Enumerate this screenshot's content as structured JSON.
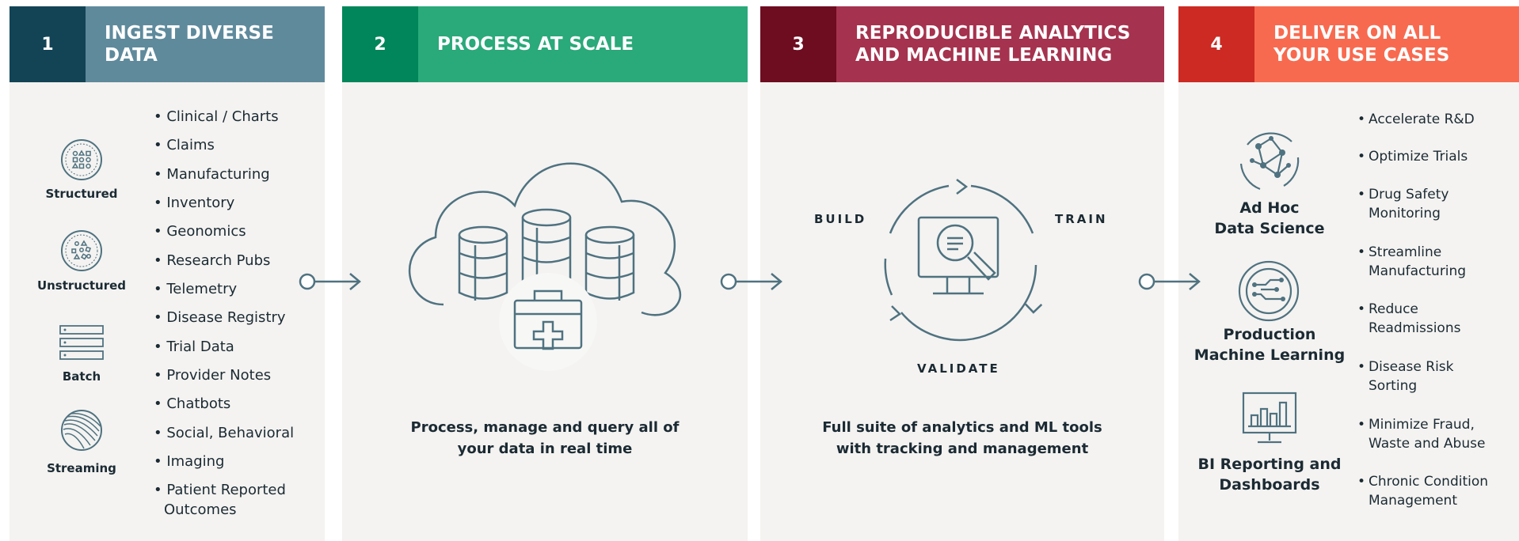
{
  "steps": [
    {
      "number": "1",
      "title_line1": "INGEST DIVERSE",
      "title_line2": "DATA"
    },
    {
      "number": "2",
      "title_line1": "PROCESS AT SCALE",
      "title_line2": ""
    },
    {
      "number": "3",
      "title_line1": "REPRODUCIBLE ANALYTICS",
      "title_line2": "AND MACHINE LEARNING"
    },
    {
      "number": "4",
      "title_line1": "DELIVER ON ALL",
      "title_line2": "YOUR USE CASES"
    }
  ],
  "colors": {
    "step1_num": "#134456",
    "step1_title": "#5f8a9c",
    "step2_num": "#00865a",
    "step2_title": "#2aa97a",
    "step3_num": "#6e0c20",
    "step3_title": "#a5324e",
    "step4_num": "#cc2a22",
    "step4_title": "#f86a4f",
    "icon": "#4f7280"
  },
  "sources": [
    {
      "label": "Structured",
      "icon": "structured-icon"
    },
    {
      "label": "Unstructured",
      "icon": "unstructured-icon"
    },
    {
      "label": "Batch",
      "icon": "batch-icon"
    },
    {
      "label": "Streaming",
      "icon": "streaming-icon"
    }
  ],
  "data_types": [
    "Clinical / Charts",
    "Claims",
    "Manufacturing",
    "Inventory",
    "Geonomics",
    "Research Pubs",
    "Telemetry",
    "Disease Registry",
    "Trial Data",
    "Provider Notes",
    "Chatbots",
    "Social, Behavioral",
    "Imaging",
    "Patient Reported",
    "Outcomes"
  ],
  "process_caption_line1": "Process, manage and query all of",
  "process_caption_line2": "your data in real time",
  "cycle": {
    "build": "BUILD",
    "train": "TRAIN",
    "validate": "VALIDATE"
  },
  "analytics_caption_line1": "Full suite of analytics and ML tools",
  "analytics_caption_line2": "with tracking and management",
  "use_case_groups": [
    {
      "line1": "Ad Hoc",
      "line2": "Data Science",
      "icon": "network-icon"
    },
    {
      "line1": "Production",
      "line2": "Machine Learning",
      "icon": "circuit-icon"
    },
    {
      "line1": "BI Reporting and",
      "line2": "Dashboards",
      "icon": "dashboard-icon"
    }
  ],
  "use_cases": [
    {
      "line1": "Accelerate R&D",
      "line2": ""
    },
    {
      "line1": "Optimize Trials",
      "line2": ""
    },
    {
      "line1": "Drug Safety",
      "line2": "Monitoring"
    },
    {
      "line1": "Streamline",
      "line2": "Manufacturing"
    },
    {
      "line1": "Reduce",
      "line2": "Readmissions"
    },
    {
      "line1": "Disease Risk",
      "line2": "Sorting"
    },
    {
      "line1": "Minimize Fraud,",
      "line2": "Waste and Abuse"
    },
    {
      "line1": "Chronic Condition",
      "line2": "Management"
    }
  ]
}
